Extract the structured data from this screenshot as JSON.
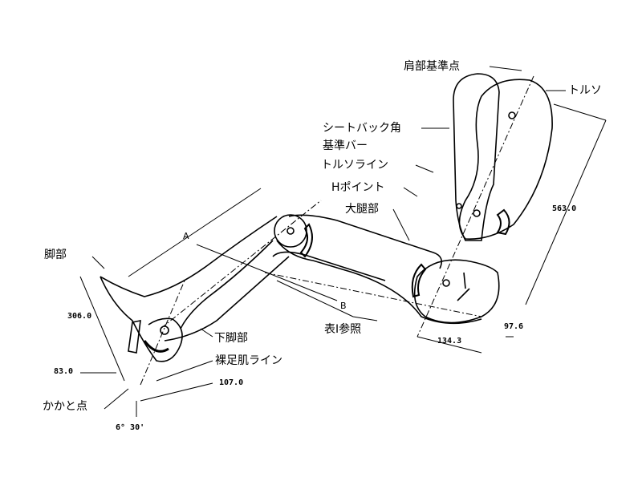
{
  "labels": {
    "shoulder_reference_point": "肩部基準点",
    "torso": "トルソ",
    "seatback_angle_bar_1": "シートバック角",
    "seatback_angle_bar_2": "基準バー",
    "torso_line": "トルソライン",
    "h_point": "Hポイント",
    "thigh": "大腿部",
    "see_table": "表Ⅰ参照",
    "leg": "脚部",
    "lower_leg": "下脚部",
    "bare_foot_line": "裸足肌ライン",
    "heel_point": "かかと点",
    "dim_a": "A",
    "dim_b": "B"
  },
  "dimensions": {
    "torso_length": "563.0",
    "d97": "97.6",
    "d134": "134.3",
    "d306": "306.0",
    "d83": "83.0",
    "d107": "107.0",
    "angle": "6° 30'"
  }
}
